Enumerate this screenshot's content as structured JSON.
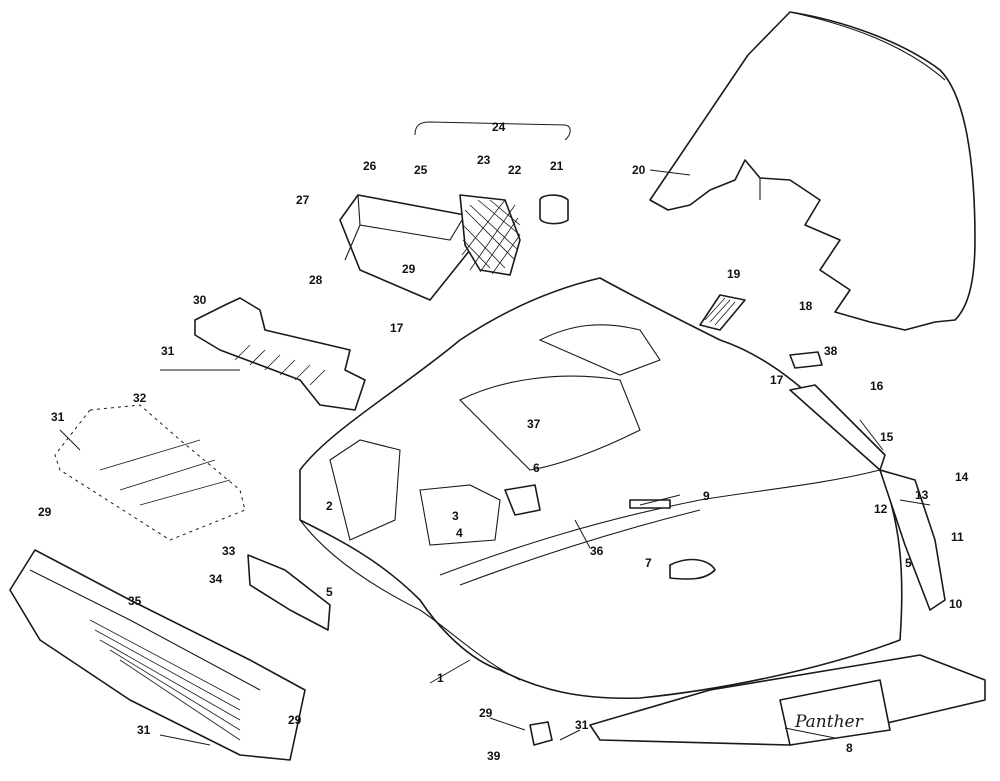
{
  "diagram": {
    "callouts": [
      "1",
      "2",
      "3",
      "4",
      "5",
      "5",
      "6",
      "7",
      "8",
      "9",
      "10",
      "11",
      "12",
      "13",
      "14",
      "15",
      "16",
      "17",
      "17",
      "18",
      "19",
      "20",
      "21",
      "22",
      "23",
      "24",
      "25",
      "26",
      "27",
      "28",
      "29",
      "29",
      "29",
      "29",
      "30",
      "31",
      "31",
      "31",
      "31",
      "32",
      "33",
      "34",
      "35",
      "36",
      "37",
      "38",
      "39"
    ],
    "decal_text": "Panther"
  }
}
